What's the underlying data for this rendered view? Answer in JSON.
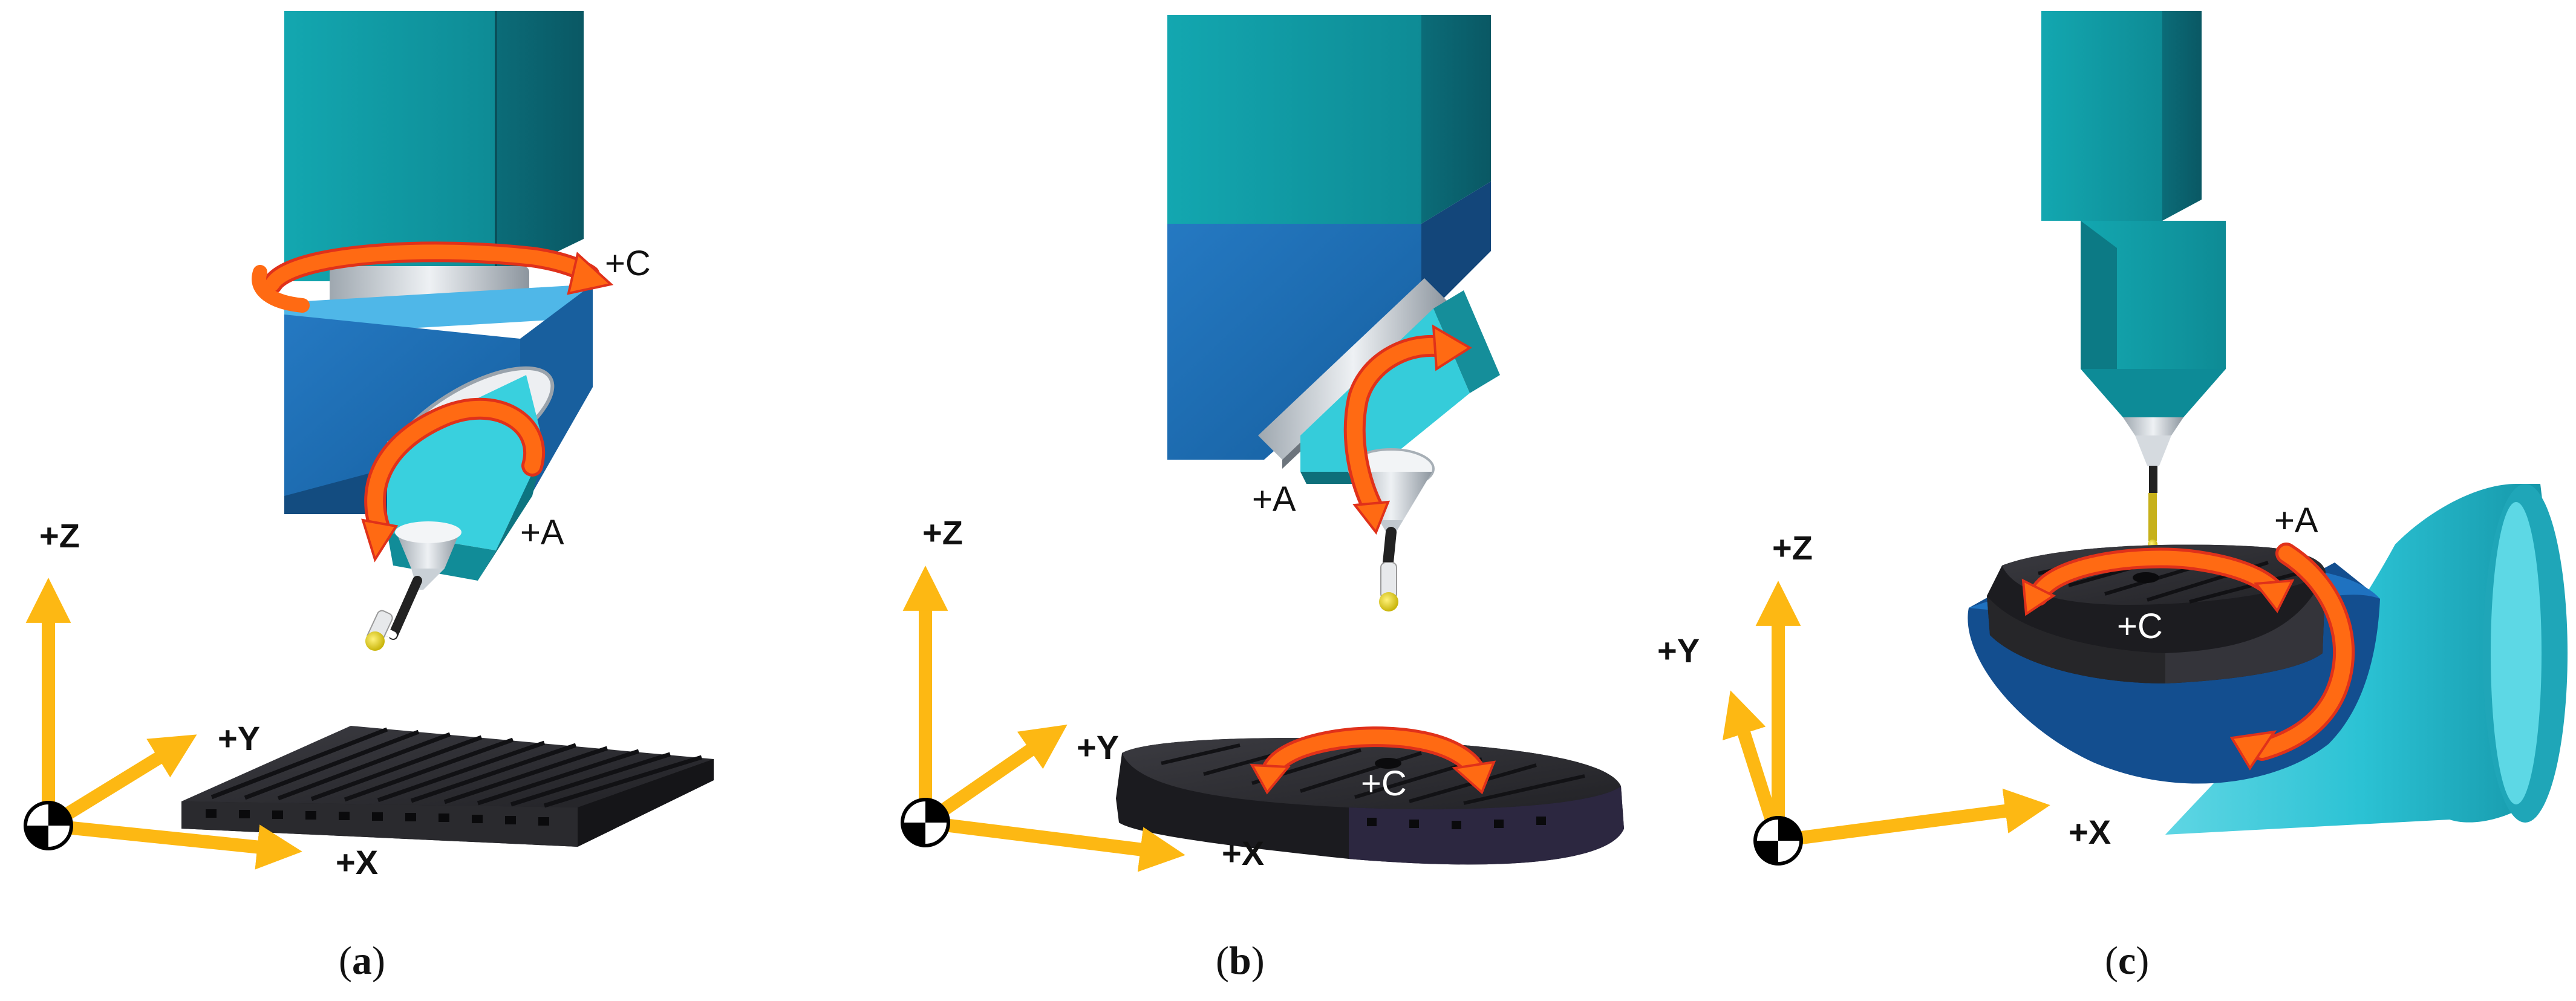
{
  "colors": {
    "axis_arrow": "#FDB813",
    "rotation_arrow": "#FF6A13",
    "rotation_arrow_edge": "#E0311A",
    "spindle_teal_light": "#14A0A8",
    "spindle_teal_dark": "#0C6F7A",
    "head_blue": "#1F6FB5",
    "head_blue_dark": "#13467A",
    "table_dark": "#2E2E33",
    "table_edge": "#151518",
    "probe_silver": "#D8DDE2",
    "probe_tip": "#E8D71A",
    "trunnion_cyan": "#29C4D6"
  },
  "panels": [
    {
      "id": "a",
      "caption_open": "(",
      "caption_letter": "a",
      "caption_close": ")",
      "axes": {
        "z": "+Z",
        "y": "+Y",
        "x": "+X"
      },
      "rotations": {
        "c": "+C",
        "a": "+A"
      },
      "icons": [
        "origin-marker-icon",
        "t-slot-table-icon",
        "spindle-head-icon",
        "probe-icon"
      ]
    },
    {
      "id": "b",
      "caption_open": "(",
      "caption_letter": "b",
      "caption_close": ")",
      "axes": {
        "z": "+Z",
        "y": "+Y",
        "x": "+X"
      },
      "rotations": {
        "a": "+A",
        "c": "+C"
      },
      "icons": [
        "origin-marker-icon",
        "rotary-table-icon",
        "tilted-head-icon",
        "probe-icon"
      ]
    },
    {
      "id": "c",
      "caption_open": "(",
      "caption_letter": "c",
      "caption_close": ")",
      "axes": {
        "z": "+Z",
        "y": "+Y",
        "x": "+X"
      },
      "rotations": {
        "a": "+A",
        "c": "+C"
      },
      "icons": [
        "origin-marker-icon",
        "trunnion-table-icon",
        "spindle-icon",
        "probe-icon"
      ]
    }
  ]
}
